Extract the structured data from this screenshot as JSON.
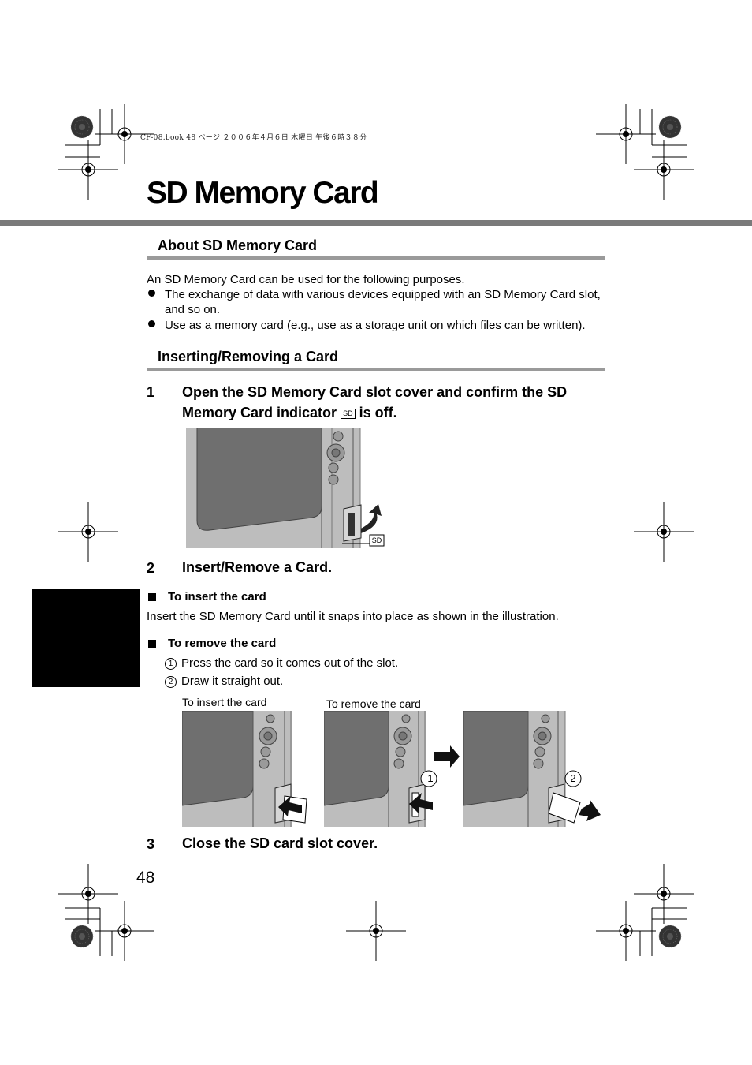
{
  "header": {
    "print_line": "CF-08.book   48 ページ   ２００６年４月６日   木曜日   午後６時３８分"
  },
  "page_title": "SD Memory Card",
  "about": {
    "heading": "About SD Memory Card",
    "intro": "An SD Memory Card can be used for the following purposes.",
    "bullets": [
      "The exchange of data with various devices equipped with an SD Memory Card slot, and so on.",
      "Use as a memory card (e.g., use as a storage unit on which files can be written)."
    ]
  },
  "inserting": {
    "heading": "Inserting/Removing a Card",
    "steps": [
      {
        "num": "1",
        "text_a": "Open the SD Memory Card slot cover and confirm the SD Memory Card indicator",
        "icon": "SD",
        "text_b": "is off."
      },
      {
        "num": "2",
        "text": "Insert/Remove a Card."
      },
      {
        "num": "3",
        "text": "Close the SD card slot cover."
      }
    ],
    "illus1_label": "SD",
    "insert": {
      "heading": "To insert the card",
      "text": "Insert the SD Memory Card until it snaps into place as shown in the illustration."
    },
    "remove": {
      "heading": "To remove the card",
      "items": [
        {
          "marker": "1",
          "text": "Press the card so it comes out of the slot."
        },
        {
          "marker": "2",
          "text": "Draw it straight out."
        }
      ]
    },
    "captions": {
      "insert": "To insert the card",
      "remove": "To remove the card"
    },
    "figure_markers": [
      "1",
      "2"
    ]
  },
  "page_number": "48"
}
